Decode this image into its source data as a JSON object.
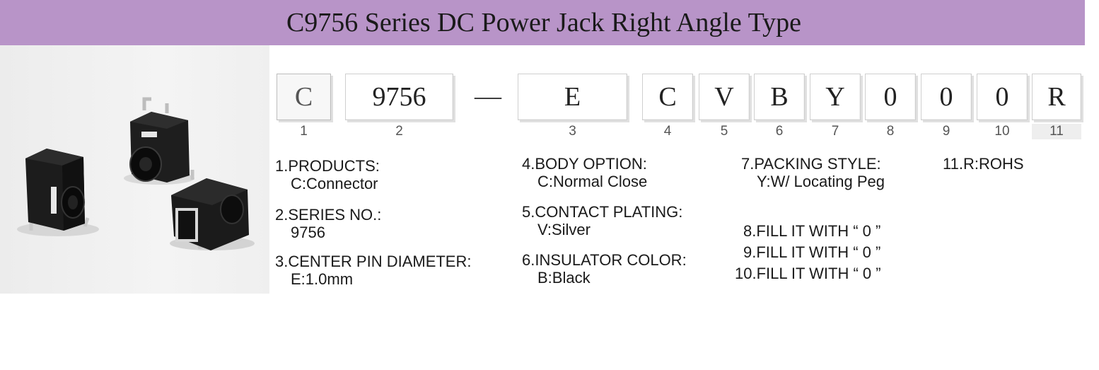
{
  "header": {
    "title": "C9756 Series DC Power Jack Right Angle Type"
  },
  "code": {
    "boxes": [
      "C",
      "9756",
      "E",
      "C",
      "V",
      "B",
      "Y",
      "0",
      "0",
      "0",
      "R"
    ],
    "separator": "—",
    "indices": [
      "1",
      "2",
      "3",
      "4",
      "5",
      "6",
      "7",
      "8",
      "9",
      "10",
      "11"
    ]
  },
  "details": {
    "col1": [
      {
        "heading": "1.PRODUCTS:",
        "value": "C:Connector"
      },
      {
        "heading": "2.SERIES NO.:",
        "value": "9756"
      },
      {
        "heading": "3.CENTER PIN DIAMETER:",
        "value": "E:1.0mm"
      }
    ],
    "col2": [
      {
        "heading": "4.BODY OPTION:",
        "value": "C:Normal Close"
      },
      {
        "heading": "5.CONTACT PLATING:",
        "value": "V:Silver"
      },
      {
        "heading": "6.INSULATOR COLOR:",
        "value": "B:Black"
      }
    ],
    "col3": [
      {
        "heading": "7.PACKING STYLE:",
        "value": "Y:W/  Locating Peg"
      },
      {
        "heading": "8.FILL IT WITH “ 0 ”"
      },
      {
        "heading": "9.FILL IT WITH “ 0 ”"
      },
      {
        "heading": "10.FILL IT WITH “ 0 ”"
      }
    ],
    "col4": [
      {
        "heading": "11.R:ROHS"
      }
    ]
  },
  "colors": {
    "banner": "#b894c8",
    "box_border": "#cfcfcf",
    "text": "#1a1a1a"
  }
}
